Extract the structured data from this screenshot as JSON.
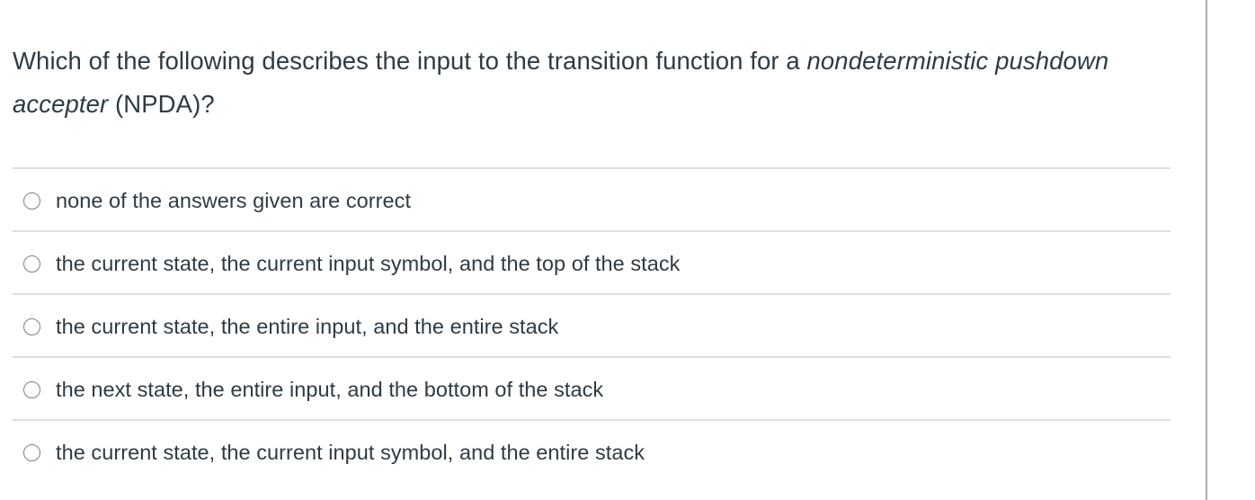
{
  "question": {
    "text_before_em": "Which of the following describes the input to the transition function for a ",
    "text_em": "nondeterministic pushdown accepter",
    "text_after_em": " (NPDA)?",
    "full_text": "Which of the following describes the input to the transition function for a nondeterministic pushdown accepter (NPDA)?"
  },
  "answers": {
    "options": [
      {
        "label": "none of the answers given are correct",
        "selected": false,
        "radio_icon": "radio-unchecked-icon"
      },
      {
        "label": "the current state, the current input symbol, and the top of the stack",
        "selected": false,
        "radio_icon": "radio-unchecked-icon"
      },
      {
        "label": "the current state, the entire input, and the entire stack",
        "selected": false,
        "radio_icon": "radio-unchecked-icon"
      },
      {
        "label": "the next state, the entire input, and the bottom of the stack",
        "selected": false,
        "radio_icon": "radio-unchecked-icon"
      },
      {
        "label": "the current state, the current input symbol, and the entire stack",
        "selected": false,
        "radio_icon": "radio-unchecked-icon"
      }
    ]
  },
  "colors": {
    "text": "#2d3b45",
    "separator": "#dedede",
    "right_rule": "#adadad",
    "radio_border": "#73818c",
    "background": "#ffffff"
  }
}
